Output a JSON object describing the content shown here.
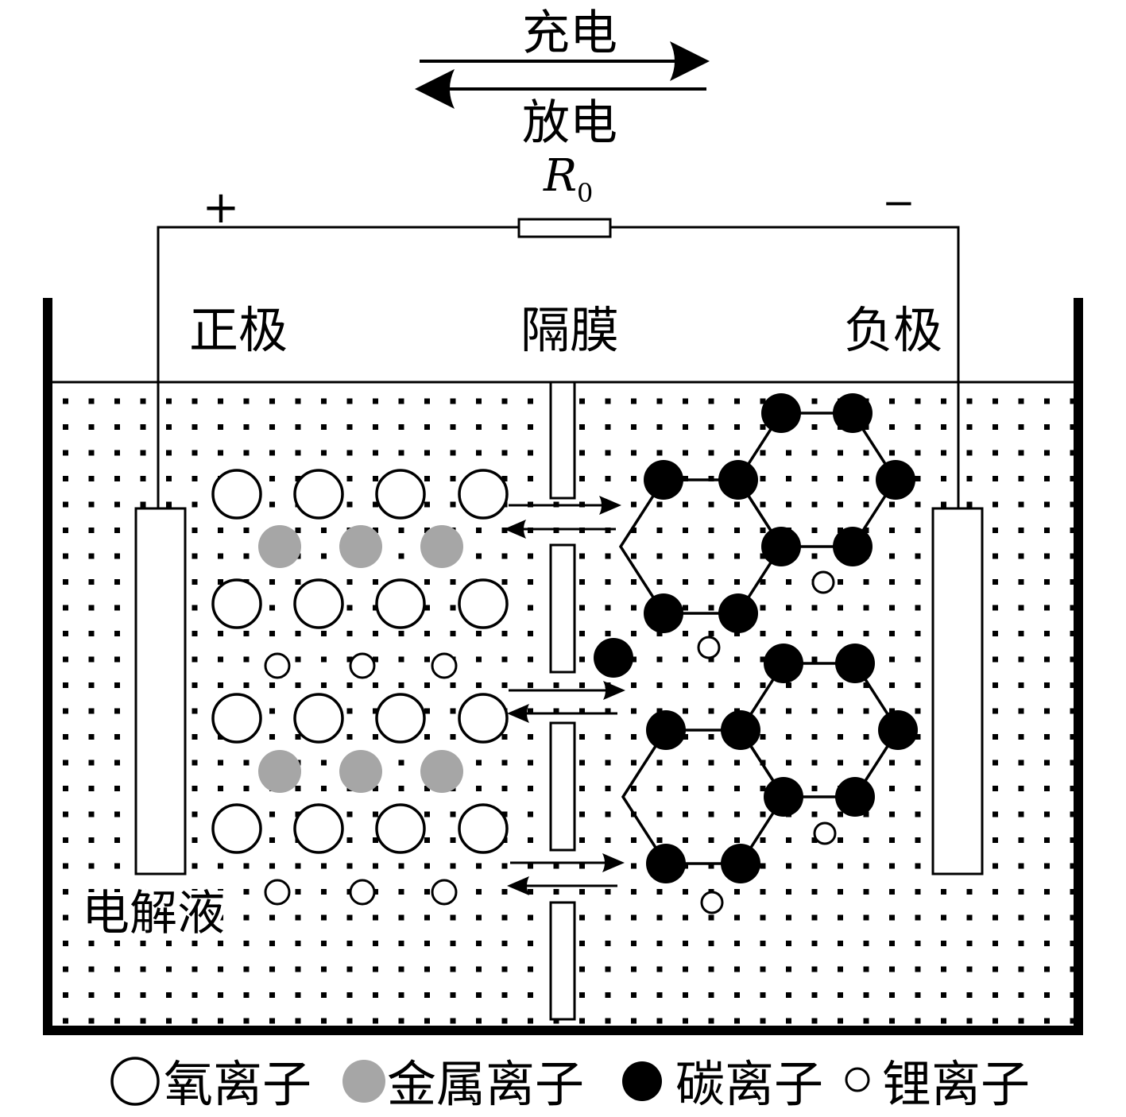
{
  "top": {
    "charge_label": "充电",
    "discharge_label": "放电",
    "resistor_symbol": "R",
    "resistor_subscript": "0",
    "plus_sign": "+",
    "minus_sign": "−"
  },
  "cell": {
    "positive_label": "正极",
    "separator_label": "隔膜",
    "negative_label": "负极",
    "electrolyte_label": "电解液"
  },
  "legend": {
    "oxygen": "氧离子",
    "metal": "金属离子",
    "carbon": "碳离子",
    "lithium": "锂离子"
  },
  "colors": {
    "stroke": "#000000",
    "metal_fill": "#a6a6a6",
    "carbon_fill": "#000000",
    "background": "#ffffff"
  }
}
